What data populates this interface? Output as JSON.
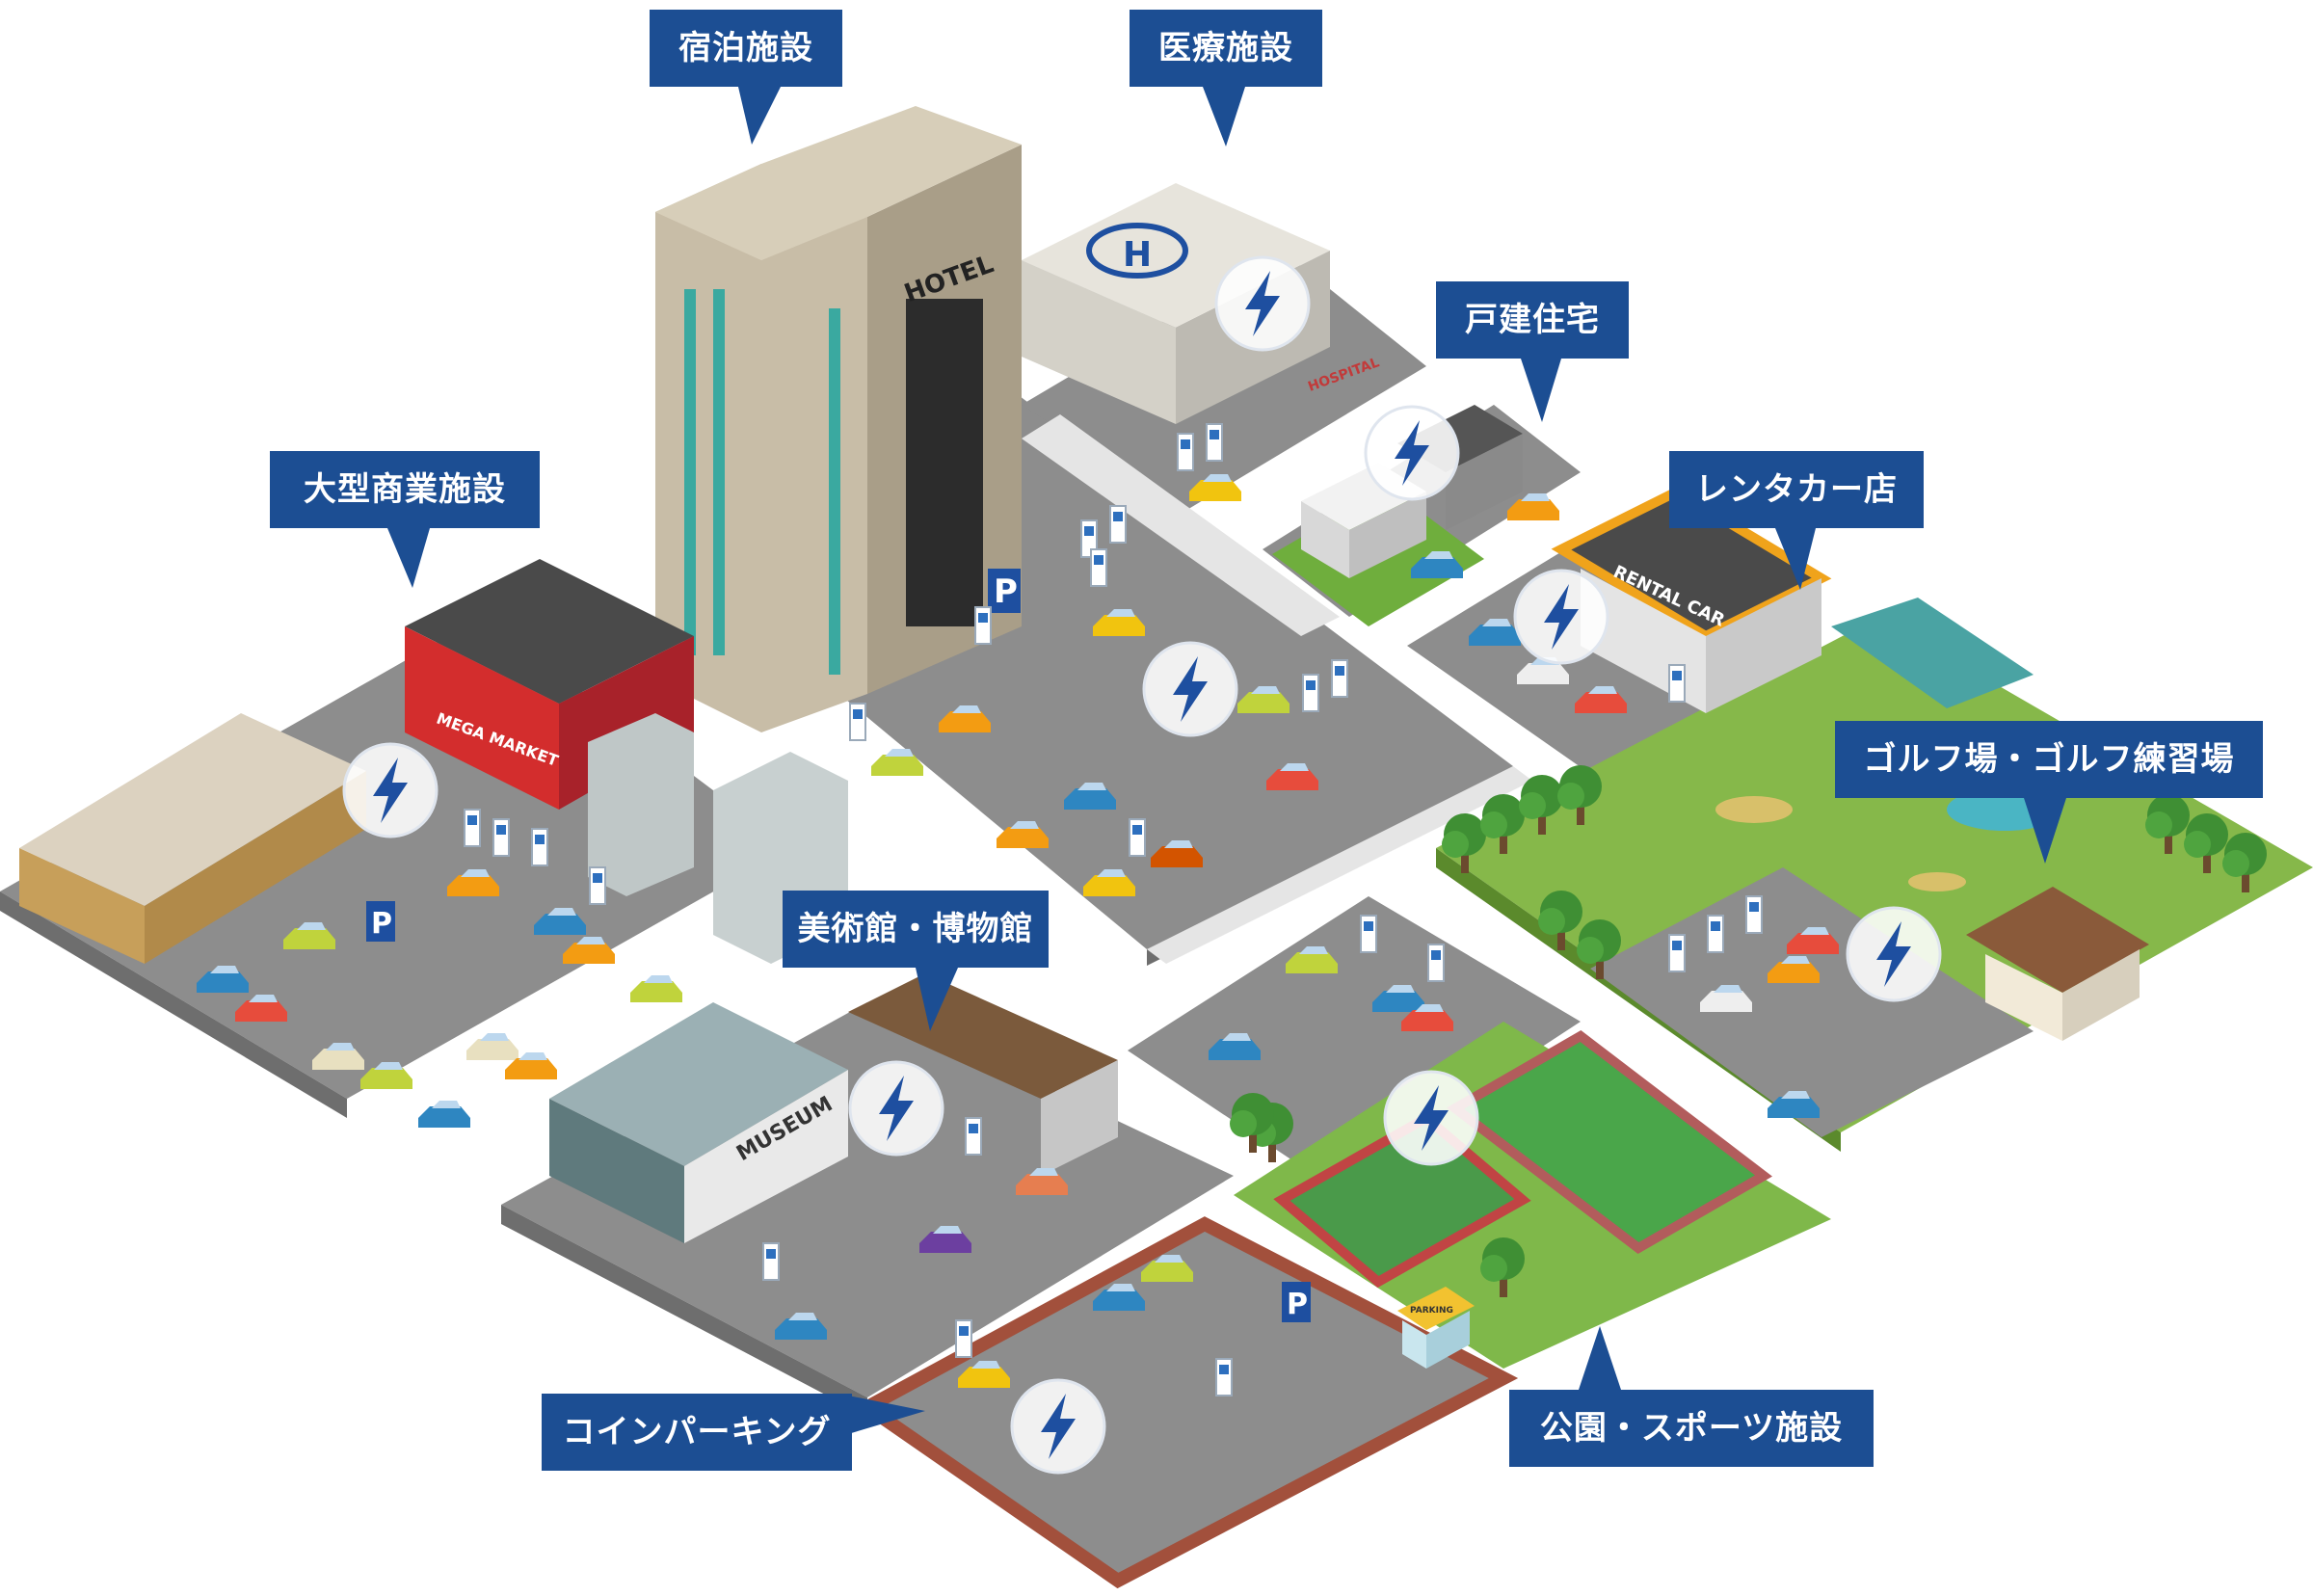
{
  "colors": {
    "label_bg": "#1c4e93",
    "ground": "#8a8a8a",
    "road": "#e9e9e9",
    "grass": "#7cb342",
    "charger_icon": "#1e4fa0"
  },
  "labels": {
    "lodging": "宿泊施設",
    "medical": "医療施設",
    "house": "戸建住宅",
    "rental": "レンタカー店",
    "mall": "大型商業施設",
    "golf": "ゴルフ場・ゴルフ練習場",
    "museum": "美術館・博物館",
    "coin": "コインパーキング",
    "park": "公園・スポーツ施設"
  },
  "signs": {
    "hotel": "HOTEL",
    "museum": "MUSEUM",
    "hospital": "HOSPITAL",
    "rental_car": "RENTAL CAR",
    "mega_market": "MEGA MARKET",
    "parking": "PARKING",
    "parking_p": "P"
  },
  "icons": {
    "charger": "ev-charging-bolt-icon",
    "hospital": "helipad-h-icon",
    "parking": "parking-p-icon"
  }
}
